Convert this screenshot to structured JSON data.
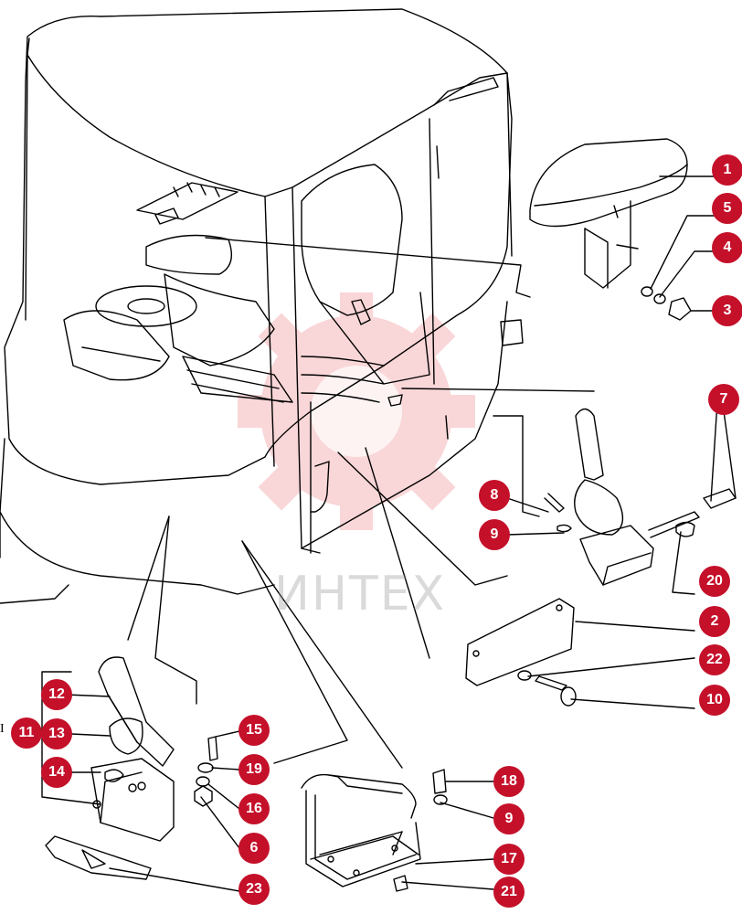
{
  "diagram": {
    "watermark_text": "ИНТЕХ",
    "group_bracket_label": "I",
    "accent_color": "#c5102a",
    "line_color": "#000000",
    "callouts": [
      {
        "id": "c1",
        "label": "1"
      },
      {
        "id": "c5",
        "label": "5"
      },
      {
        "id": "c4",
        "label": "4"
      },
      {
        "id": "c3",
        "label": "3"
      },
      {
        "id": "c7",
        "label": "7"
      },
      {
        "id": "c8",
        "label": "8"
      },
      {
        "id": "c9a",
        "label": "9"
      },
      {
        "id": "c20",
        "label": "20"
      },
      {
        "id": "c2",
        "label": "2"
      },
      {
        "id": "c22",
        "label": "22"
      },
      {
        "id": "c10",
        "label": "10"
      },
      {
        "id": "c12",
        "label": "12"
      },
      {
        "id": "c11",
        "label": "11"
      },
      {
        "id": "c13",
        "label": "13"
      },
      {
        "id": "c14",
        "label": "14"
      },
      {
        "id": "c15",
        "label": "15"
      },
      {
        "id": "c19",
        "label": "19"
      },
      {
        "id": "c16",
        "label": "16"
      },
      {
        "id": "c6",
        "label": "6"
      },
      {
        "id": "c23",
        "label": "23"
      },
      {
        "id": "c18",
        "label": "18"
      },
      {
        "id": "c9b",
        "label": "9"
      },
      {
        "id": "c17",
        "label": "17"
      },
      {
        "id": "c21",
        "label": "21"
      }
    ]
  }
}
